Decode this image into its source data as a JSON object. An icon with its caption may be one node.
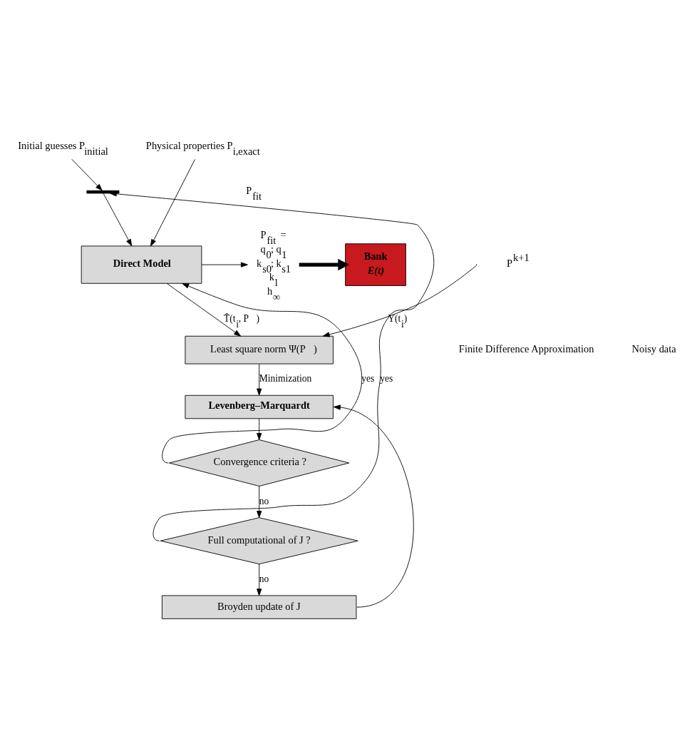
{
  "diagram": {
    "nodes": [
      {
        "text": [
          "Initial guesses P⃗$_{initial}$"
        ]
      },
      {
        "text": [
          "Physical properties P⃗$_{i,exact}$"
        ]
      },
      {
        "text": [],
        "shape": "bar"
      },
      {
        "text": [
          "Direct Model"
        ]
      },
      {
        "text": [
          "P⃗$_{fit}$ =",
          "q$_{0}$; q$_{1}$",
          "k$_{s0}$; k$_{s1}$",
          "k$_{l}$",
          "h$_{∞}$"
        ]
      },
      {
        "text": [
          "Bank",
          "E(t)"
        ]
      },
      {
        "text": [
          "Least square norm Ψ(P⃗)"
        ]
      },
      {
        "text": [
          "Levenberg–Marquardt"
        ]
      },
      {
        "text": [
          "Convergence criteria ?"
        ]
      },
      {
        "text": [
          "Full computational of J ?"
        ]
      },
      {
        "text": [
          "Broyden update of J"
        ]
      }
    ],
    "edges": [
      {
        "from": 0,
        "to": 2,
        "arrow": "to"
      },
      {
        "from": 9,
        "to": 2,
        "arrow": "to",
        "label": "yes"
      },
      {
        "from": 2,
        "to": 3,
        "arrow": "to"
      },
      {
        "from": 1,
        "to": 3,
        "arrow": "to"
      },
      {
        "from": 8,
        "to": 3,
        "arrow": "to",
        "label": "yes"
      },
      {
        "from": 3,
        "to": 4,
        "arrow": "to"
      },
      {
        "from": 4,
        "to": 5,
        "arrow": "to",
        "style": "thick"
      },
      {
        "from": 3,
        "to": 6,
        "arrow": "to",
        "label": "T̂(t$_{i}$, P⃗)"
      },
      {
        "from": null,
        "to": 6,
        "arrow": "to",
        "label": "Y(t$_{i}$)"
      },
      {
        "from": 6,
        "to": 7,
        "arrow": "to",
        "label": "Minimization"
      },
      {
        "from": 7,
        "to": 8,
        "arrow": "to"
      },
      {
        "from": 8,
        "to": 9,
        "arrow": "to",
        "label": "no"
      },
      {
        "from": 9,
        "to": 10,
        "arrow": "to",
        "label": "no"
      },
      {
        "from": 10,
        "to": 7,
        "arrow": "to"
      }
    ],
    "labels": [
      "P⃗$^{k+1}$",
      "Finite Difference Approximation",
      "P⃗$_{fit}$",
      "Noisy data"
    ]
  }
}
